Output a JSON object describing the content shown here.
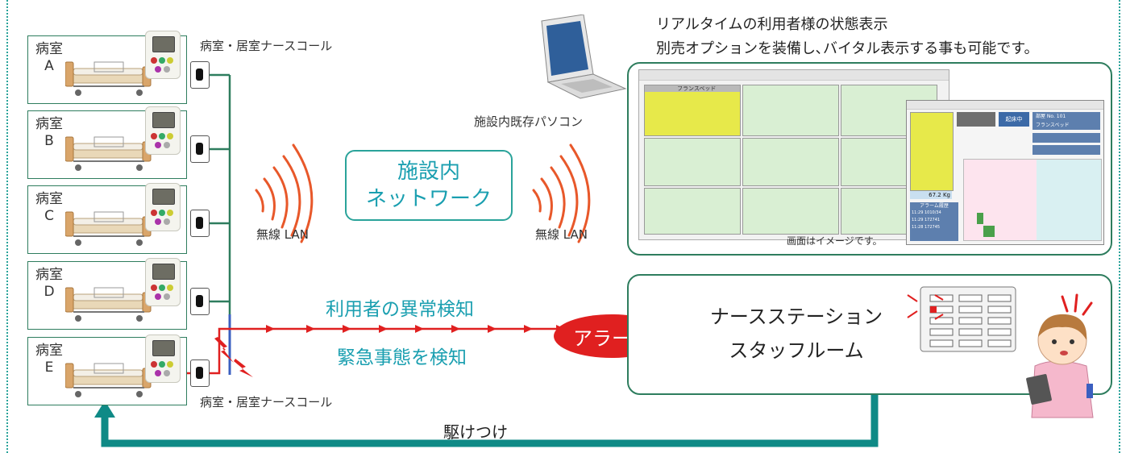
{
  "rooms": [
    {
      "name": "病室",
      "id": "A"
    },
    {
      "name": "病室",
      "id": "B"
    },
    {
      "name": "病室",
      "id": "C"
    },
    {
      "name": "病室",
      "id": "D"
    },
    {
      "name": "病室",
      "id": "E"
    }
  ],
  "nurse_call_label": "病室・居室ナースコール",
  "wireless_label": "無線 LAN",
  "network": {
    "line1": "施設内",
    "line2": "ネットワーク"
  },
  "pc_label": "施設内既存パソコン",
  "headline": {
    "line1": "リアルタイムの利用者様の状態表示",
    "line2": "別売オプションを装備し､バイタル表示する事も可能です。"
  },
  "screen_caption": "画面はイメージです。",
  "detect": {
    "line1": "利用者の異常検知",
    "line2": "緊急事態を検知"
  },
  "alert_label": "アラート",
  "station": {
    "line1": "ナースステーション",
    "line2": "スタッフルーム"
  },
  "rush_label": "駆けつけ",
  "ui_mock": {
    "window1_title": "フランスベッド",
    "room_no_label": "部屋 No.",
    "room_no": "101",
    "brand": "フランスベッド",
    "status": "起床中",
    "weight": "67.2 Kg",
    "alarm_title": "アラーム履歴",
    "times": [
      "11:29 1010/34",
      "11:29 172741",
      "11:28 172745"
    ]
  },
  "colors": {
    "teal": "#2aa39a",
    "green_line": "#2e7d5e",
    "red": "#e02020",
    "orange": "#e8582a",
    "text_blue": "#1a9fb0",
    "arrow_teal": "#0f8a86"
  }
}
